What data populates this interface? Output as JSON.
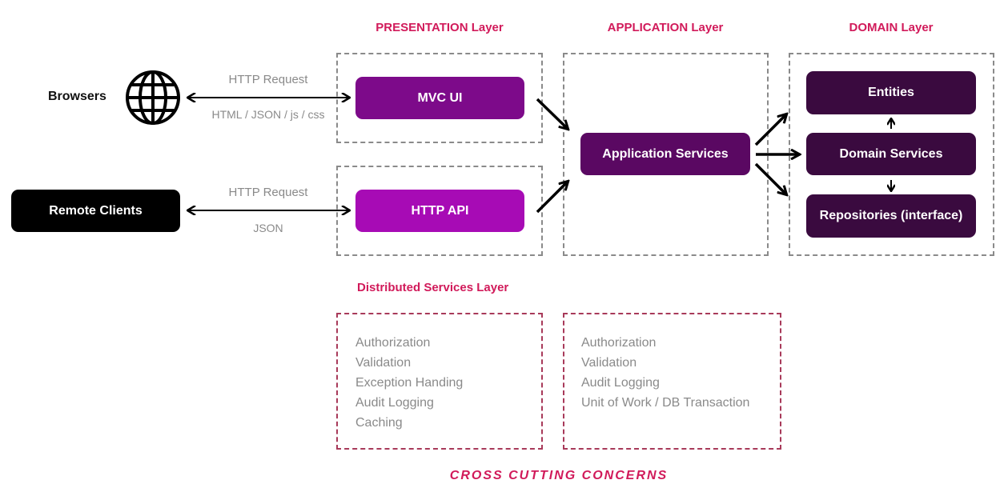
{
  "layers": {
    "presentation": "PRESENTATION Layer",
    "application": "APPLICATION Layer",
    "domain": "DOMAIN Layer",
    "distributed": "Distributed Services Layer"
  },
  "clients": {
    "browsers": "Browsers",
    "remote": "Remote Clients"
  },
  "connections": {
    "browser_top": "HTTP Request",
    "browser_bottom": "HTML / JSON / js / css",
    "remote_top": "HTTP Request",
    "remote_bottom": "JSON"
  },
  "nodes": {
    "mvc_ui": "MVC UI",
    "http_api": "HTTP API",
    "app_services": "Application Services",
    "entities": "Entities",
    "domain_services": "Domain Services",
    "repositories": "Repositories (interface)"
  },
  "colors": {
    "mvc_ui": "#7d0a8a",
    "http_api": "#a70bb5",
    "app_services": "#5a0862",
    "domain": "#3a0a3f",
    "title": "#d11a5a"
  },
  "concerns_left": [
    "Authorization",
    "Validation",
    "Exception Handing",
    "Audit Logging",
    "Caching"
  ],
  "concerns_right": [
    "Authorization",
    "Validation",
    "Audit Logging",
    "Unit of Work / DB Transaction"
  ],
  "footer": "CROSS CUTTING CONCERNS"
}
